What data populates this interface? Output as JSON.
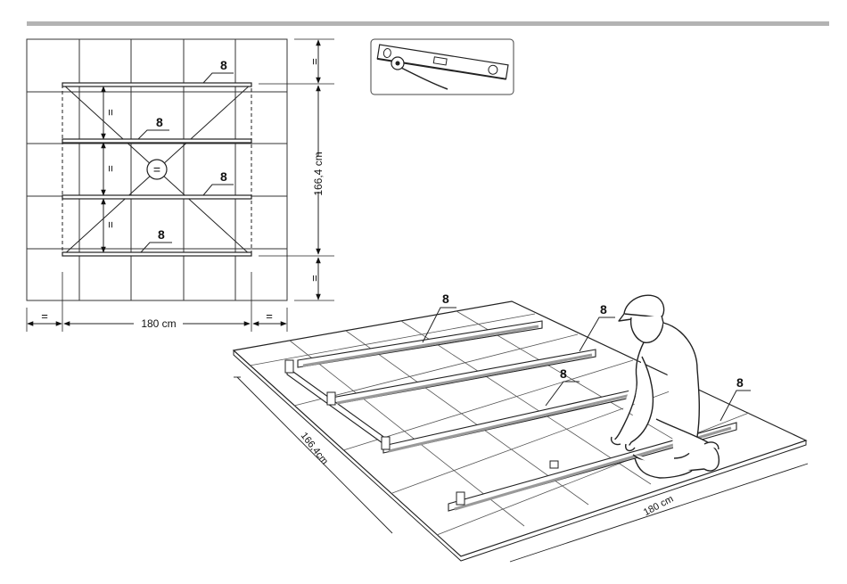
{
  "top_bar_color": "#b3b3b3",
  "plan": {
    "part_labels": [
      "8",
      "8",
      "8",
      "8"
    ],
    "equal_marks": [
      "=",
      "=",
      "=",
      "=",
      "=",
      "=",
      "=",
      "="
    ],
    "width_label": "180 cm",
    "height_label": "166,4 cm"
  },
  "level_inset": {
    "icon": "spirit-level-icon"
  },
  "perspective": {
    "part_labels": [
      "8",
      "8",
      "8",
      "8"
    ],
    "depth_label": "166,4cm",
    "width_label": "180 cm",
    "figure": "kneeling-worker"
  }
}
